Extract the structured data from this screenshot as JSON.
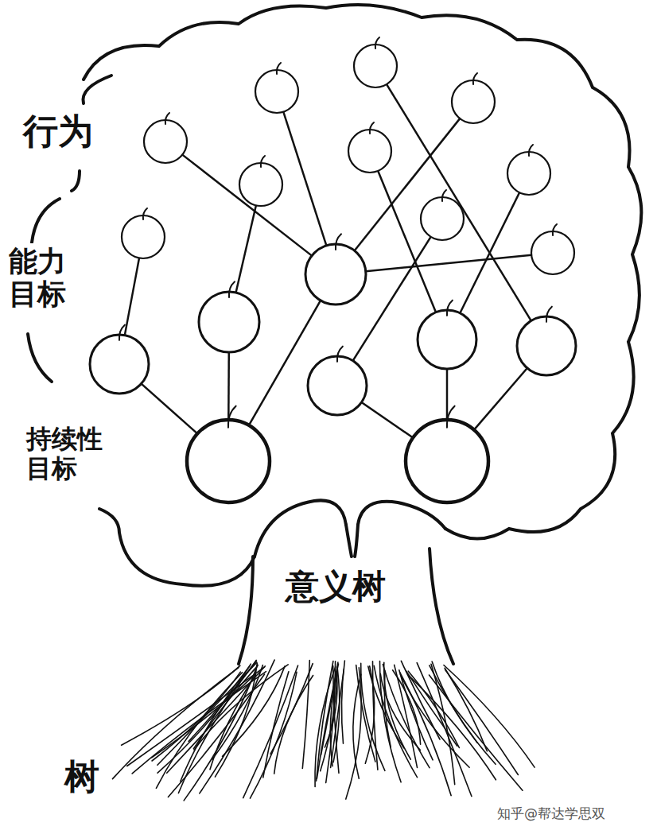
{
  "diagram": {
    "labels": [
      "行为",
      "能力 目标",
      "持续性 目标",
      "意义树",
      "树",
      "知乎@帮达学思双"
    ]
  }
}
